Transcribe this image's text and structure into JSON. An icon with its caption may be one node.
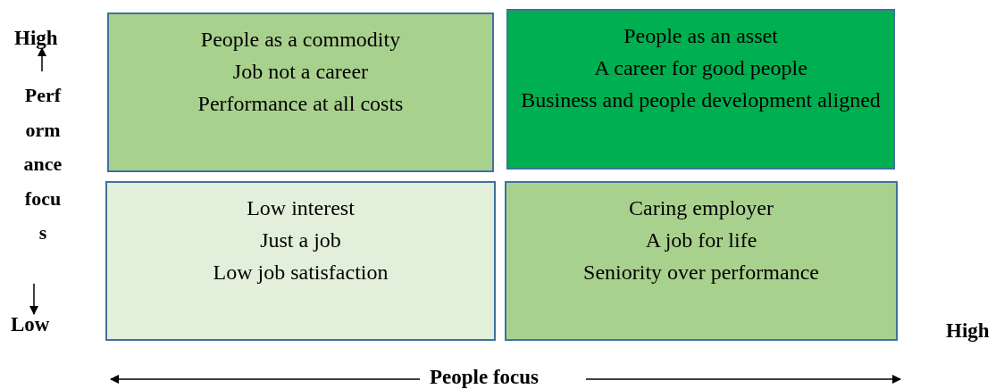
{
  "diagram": {
    "nodes": [
      {
        "text": [
          "People as a commodity",
          "Job not a career",
          "Performance at all costs"
        ]
      },
      {
        "text": [
          "People as an asset",
          "A career for good people",
          "Business and people development aligned"
        ]
      },
      {
        "text": [
          "Low interest",
          "Just a job",
          "Low job satisfaction"
        ]
      },
      {
        "text": [
          "Caring employer",
          "A job for life",
          "Seniority over performance"
        ]
      }
    ],
    "labels": [
      "High",
      "Performance focus",
      "Low",
      "High",
      "People focus"
    ]
  }
}
